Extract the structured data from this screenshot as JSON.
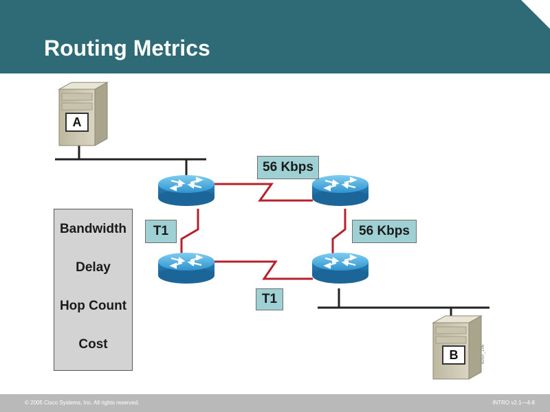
{
  "slide": {
    "title": "Routing Metrics",
    "footer_left": "© 2005 Cisco Systems, Inc. All rights reserved.",
    "footer_right": "INTRO v2.1—4-8",
    "side_code": "60SP_196"
  },
  "diagram": {
    "hosts": [
      {
        "id": "host-a",
        "label": "A"
      },
      {
        "id": "host-b",
        "label": "B"
      }
    ],
    "links": [
      {
        "id": "link-top",
        "label": "56 Kbps"
      },
      {
        "id": "link-right",
        "label": "56 Kbps"
      },
      {
        "id": "link-left",
        "label": "T1"
      },
      {
        "id": "link-bottom",
        "label": "T1"
      }
    ],
    "metrics": [
      "Bandwidth",
      "Delay",
      "Hop Count",
      "Cost"
    ],
    "icons": [
      "server-icon",
      "router-icon"
    ],
    "colors": {
      "header": "#2e6b77",
      "serial_link": "#b5202a",
      "router_body": "#3aa0d8",
      "label_fill": "#9fd0d3",
      "metrics_fill": "#d3d3d3"
    }
  }
}
